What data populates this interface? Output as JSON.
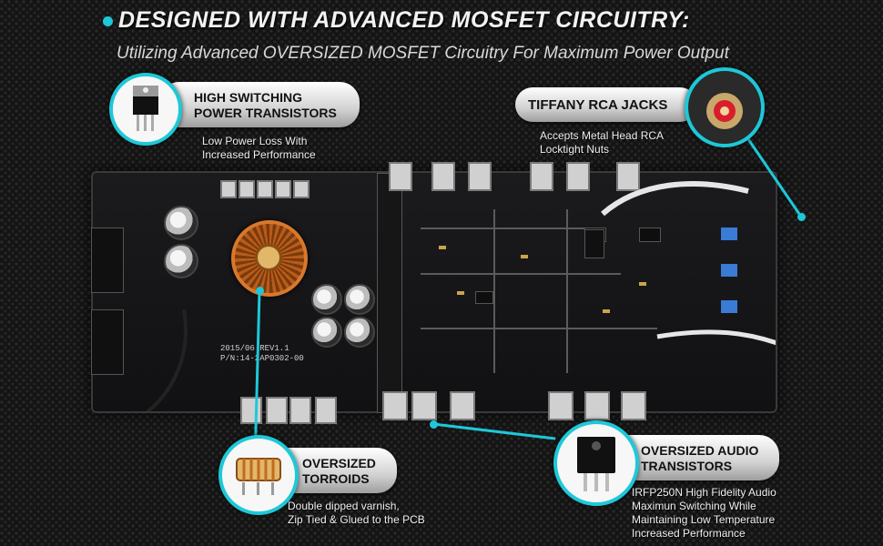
{
  "headline": "DESIGNED WITH ADVANCED MOSFET CIRCUITRY:",
  "subheadline": "Utilizing Advanced OVERSIZED MOSFET Circuitry For Maximum Power Output",
  "callouts": {
    "switching": {
      "title_line1": "HIGH SWITCHING",
      "title_line2": "POWER TRANSISTORS",
      "desc_line1": "Low Power Loss With",
      "desc_line2": "Increased Performance",
      "icon": "to220-transistor-icon"
    },
    "rca": {
      "title": "TIFFANY RCA JACKS",
      "desc_line1": "Accepts Metal Head RCA",
      "desc_line2": "Locktight Nuts",
      "icon": "rca-jack-icon"
    },
    "toroids": {
      "title_line1": "OVERSIZED",
      "title_line2": "TORROIDS",
      "desc_line1": "Double dipped varnish,",
      "desc_line2": "Zip Tied & Glued to the PCB",
      "icon": "toroid-coil-icon"
    },
    "audio": {
      "title_line1": "OVERSIZED AUDIO",
      "title_line2": "TRANSISTORS",
      "desc_line1": "IRFP250N High Fidelity Audio",
      "desc_line2": "Maximun Switching While",
      "desc_line3": "Maintaining Low Temperature",
      "desc_line4": "Increased Performance",
      "icon": "to247-transistor-icon"
    }
  },
  "pcb": {
    "mark_line1": "2015/06 REV1.1",
    "mark_line2": "P/N:14-2AP0302-00"
  },
  "colors": {
    "accent": "#1ec8d8",
    "background": "#141414",
    "pill_light": "#ffffff",
    "pill_dark": "#9e9e9e"
  }
}
